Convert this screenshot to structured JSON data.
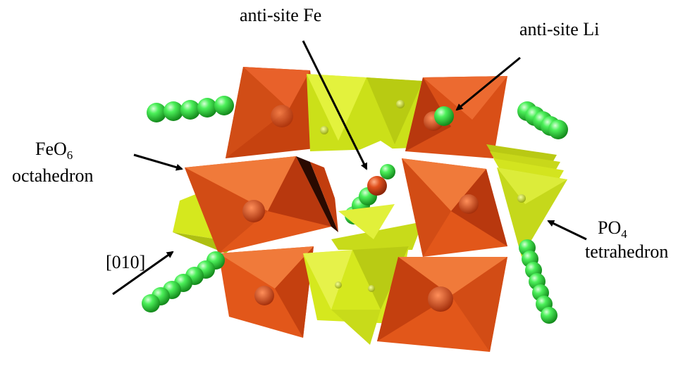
{
  "labels": {
    "anti_site_fe": "anti-site Fe",
    "anti_site_li": "anti-site Li",
    "feo6_main": "FeO",
    "feo6_sub": "6",
    "feo6_line2": "octahedron",
    "po4_main": "PO",
    "po4_sub": "4",
    "po4_line2": "tetrahedron",
    "direction": "[010]"
  },
  "colors": {
    "octahedron": "#e2571a",
    "octahedron_dark": "#b8380e",
    "octahedron_light": "#f07a3a",
    "tetrahedron": "#d4e81e",
    "tetrahedron_dark": "#aebf12",
    "tetrahedron_light": "#e6f24a",
    "li_sphere": "#33e640",
    "fe_sphere": "#d84b1f"
  }
}
